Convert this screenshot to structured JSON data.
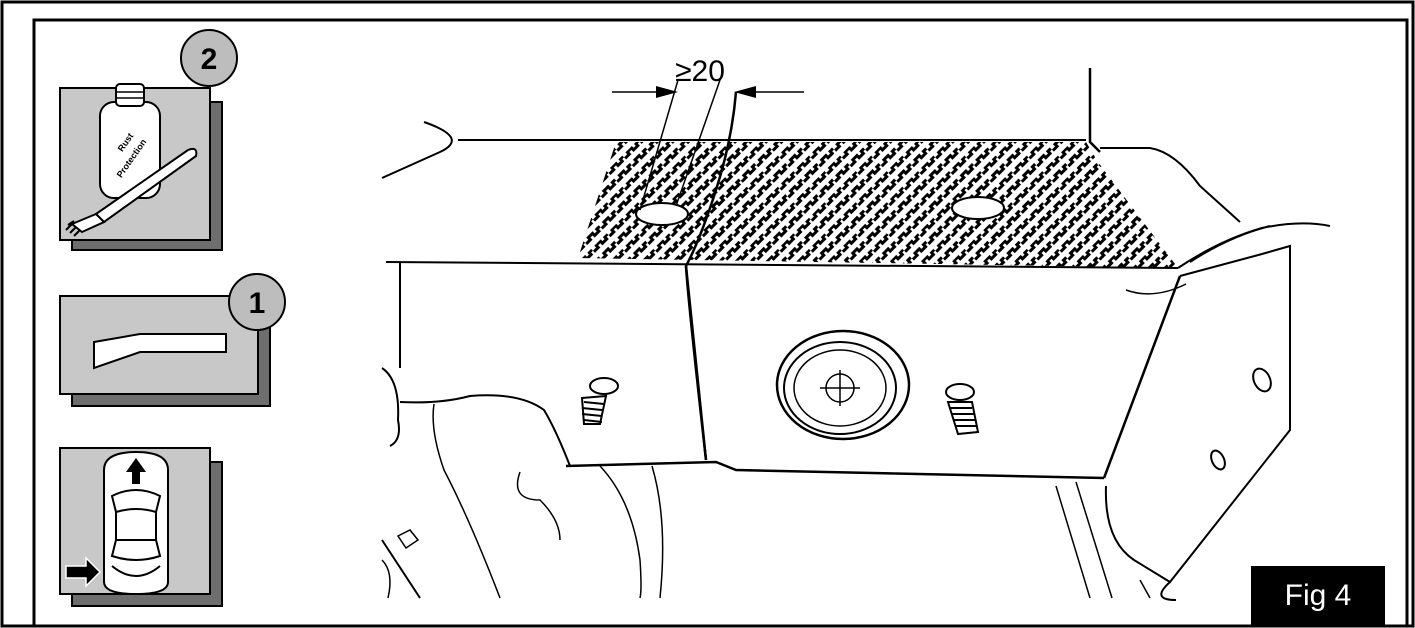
{
  "figure": {
    "label": "Fig 4",
    "dimension": "≥20"
  },
  "steps": [
    {
      "number": "1",
      "tool": "scraper-icon"
    },
    {
      "number": "2",
      "tool": "rust-protection-bottle-icon",
      "bottle_text": [
        "Rust",
        "Protection"
      ]
    }
  ],
  "vehicle_icon": "car-top-view-icon",
  "colors": {
    "card_front": "#c8c8c8",
    "card_back": "#6e6e6e",
    "badge": "#bdbdbd",
    "hatch": "#000000"
  }
}
